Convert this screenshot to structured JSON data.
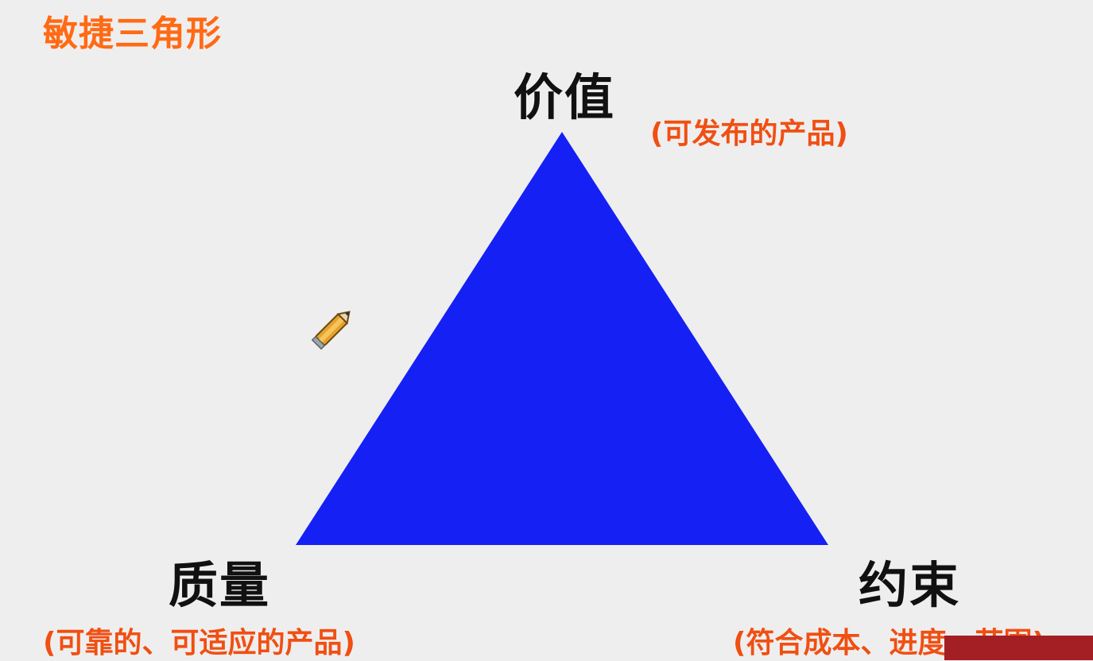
{
  "title": "敏捷三角形",
  "vertices": {
    "top": {
      "label": "价值",
      "note": "(可发布的产品)"
    },
    "left": {
      "label": "质量",
      "note": "(可靠的、可适应的产品)"
    },
    "right": {
      "label": "约束",
      "note": "(符合成本、进度、范围)"
    }
  },
  "colors": {
    "triangle": "#1520f5",
    "title": "#ff6a14",
    "note": "#f04f12",
    "label": "#111111",
    "background": "#efeeee"
  },
  "icons": {
    "cursor": "pencil-icon"
  }
}
